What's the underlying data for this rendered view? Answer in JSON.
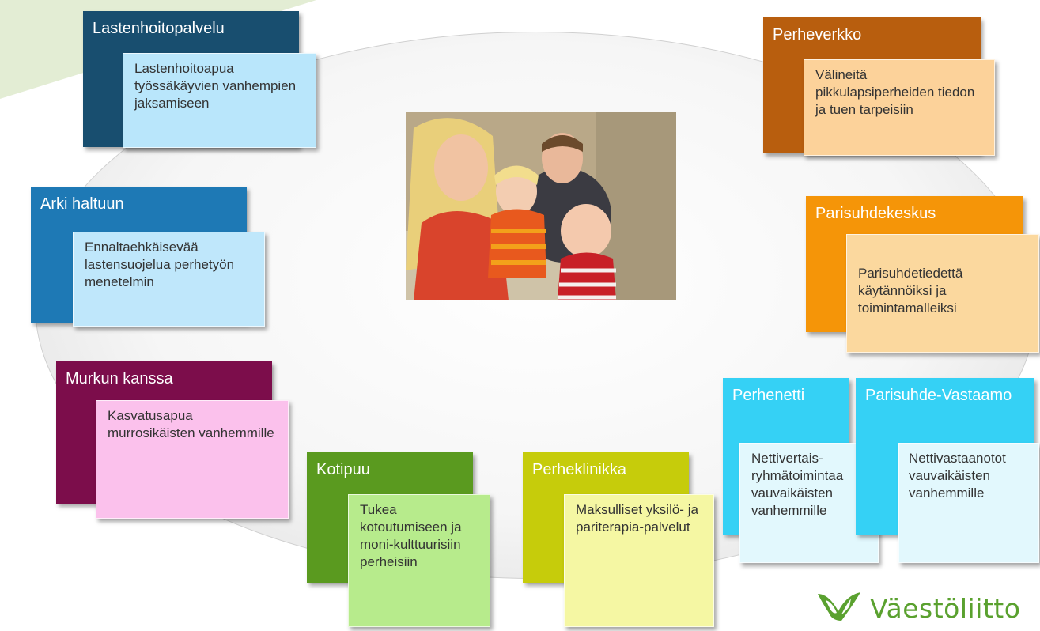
{
  "diagram": {
    "services": [
      {
        "title": "Lastenhoitopalvelu",
        "description": "Lastenhoitoapua työssäkäyvien vanhempien jaksamiseen",
        "color": "#184e6f",
        "light": "#b9e6fb"
      },
      {
        "title": "Arki haltuun",
        "description": "Ennaltaehkäisevää lastensuojelua perhetyön menetelmin",
        "color": "#1e79b5",
        "light": "#bfe7fb"
      },
      {
        "title": "Murkun kanssa",
        "description": "Kasvatusapua murrosikäisten vanhemmille",
        "color": "#7c0d4b",
        "light": "#fbc1ec"
      },
      {
        "title": "Kotipuu",
        "description": "Tukea kotoutumiseen ja moni-kulttuurisiin perheisiin",
        "color": "#5a9a1f",
        "light": "#b7eb8c"
      },
      {
        "title": "Perheklinikka",
        "description": "Maksulliset yksilö- ja pariterapia-palvelut",
        "color": "#c6cc0b",
        "light": "#f5f7a3"
      },
      {
        "title": "Perheverkko",
        "description": "Välineitä pikkulapsiperheiden tiedon ja tuen tarpeisiin",
        "color": "#b85e0e",
        "light": "#fcd29a"
      },
      {
        "title": "Parisuhdekeskus",
        "description": "Parisuhdetiedettä käytännöiksi ja toimintamalleiksi",
        "color": "#f59508",
        "light": "#fbd89e"
      },
      {
        "title": "Perhenetti",
        "description": "Nettivertais-ryhmätoimintaa vauvaikäisten vanhemmille",
        "color": "#35d1f5",
        "light": "#e2f8fd"
      },
      {
        "title": "Parisuhde-Vastaamo",
        "description": "Nettivastaanotot vauvaikäisten vanhemmille",
        "color": "#35d1f5",
        "light": "#e2f8fd"
      }
    ],
    "photo": "family-photo"
  },
  "logo": {
    "text": "Väestöliitto",
    "icon": "vaestoliitto-logo-icon",
    "color": "#5aa12f"
  }
}
